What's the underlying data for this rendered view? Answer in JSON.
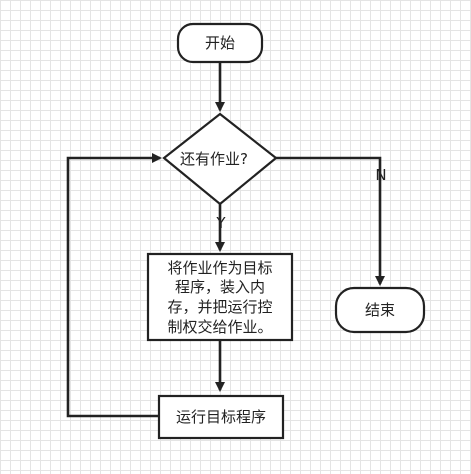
{
  "diagram": {
    "nodes": {
      "start": {
        "label": "开始"
      },
      "decision": {
        "label": "还有作业?"
      },
      "process1": {
        "lines": [
          "将作业作为目标",
          "程序，装入内",
          "存，并把运行控",
          "制权交给作业。"
        ]
      },
      "process2": {
        "label": "运行目标程序"
      },
      "end": {
        "label": "结束"
      }
    },
    "edges": {
      "yes_label": "Y",
      "no_label": "N"
    },
    "colors": {
      "stroke": "#222222",
      "grid": "#e4e4e4",
      "fill": "#ffffff"
    }
  }
}
